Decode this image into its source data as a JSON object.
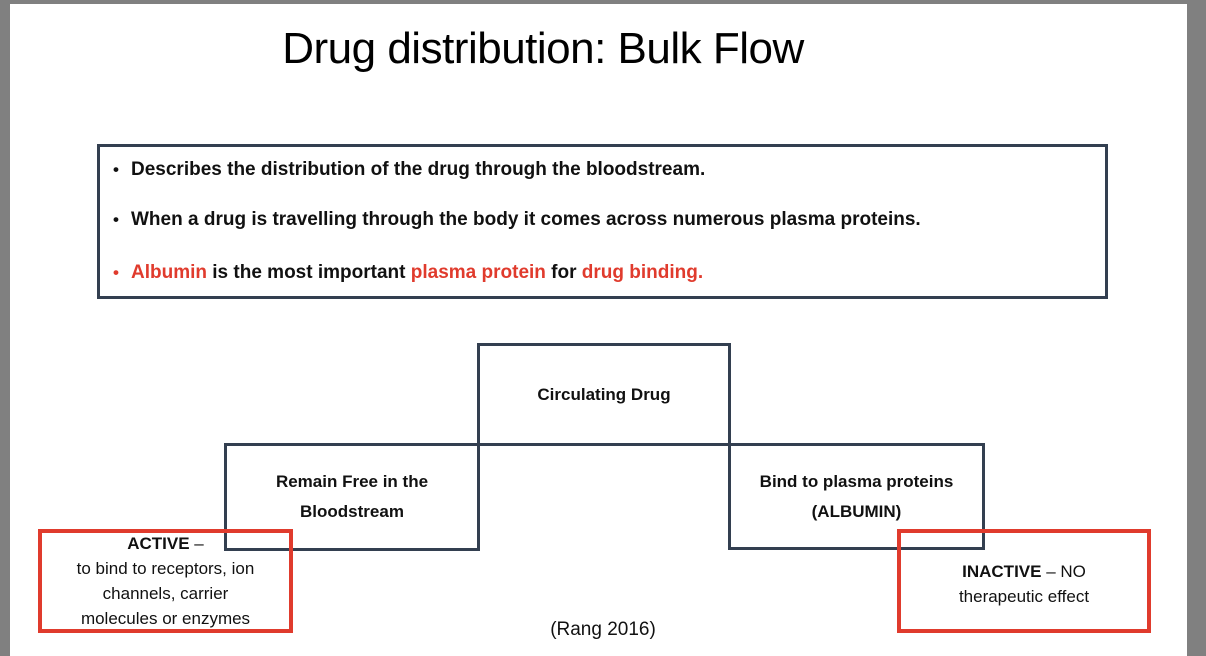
{
  "title": "Drug distribution: Bulk Flow",
  "colors": {
    "dark": "#333F50",
    "red": "#E03B2D",
    "text": "#111111",
    "frame": "#808080",
    "slide_bg": "#FFFFFF"
  },
  "bullet_marker": "•",
  "bullets": {
    "b1": "Describes the distribution of the drug through the bloodstream.",
    "b2": "When a drug is travelling through the body it comes across numerous plasma proteins.",
    "b3": {
      "s0": "Albumin",
      "s1": " is the most important ",
      "s2": "plasma protein",
      "s3": " for ",
      "s4": "drug binding",
      "s5": "."
    }
  },
  "flowchart": {
    "root": "Circulating Drug",
    "left": {
      "line1": "Remain Free in the",
      "line2": "Bloodstream"
    },
    "right": {
      "line1": "Bind to plasma proteins",
      "line2": "(ALBUMIN)"
    }
  },
  "notes": {
    "active": {
      "heading": "ACTIVE",
      "heading_suffix": " –",
      "line1": "to bind to receptors, ion",
      "line2": "channels, carrier",
      "line3": "molecules or enzymes"
    },
    "inactive": {
      "heading": "INACTIVE",
      "heading_suffix": " – NO",
      "line2": "therapeutic effect"
    }
  },
  "citation": "(Rang 2016)"
}
